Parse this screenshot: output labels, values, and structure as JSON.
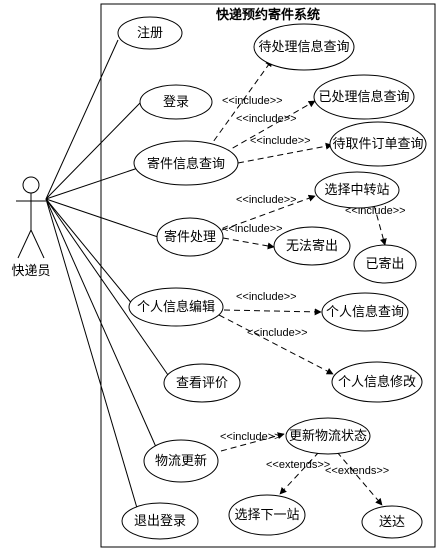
{
  "system": {
    "title": "快递预约寄件系统"
  },
  "actor": {
    "name": "快递员"
  },
  "use_cases": {
    "register": "注册",
    "login": "登录",
    "mail_query": "寄件信息查询",
    "pending_query": "待处理信息查询",
    "processed_query": "已处理信息查询",
    "pickup_query": "待取件订单查询",
    "mail_process": "寄件处理",
    "select_transfer": "选择中转站",
    "cannot_mail": "无法寄出",
    "mailed": "已寄出",
    "profile_edit": "个人信息编辑",
    "profile_query": "个人信息查询",
    "profile_modify": "个人信息修改",
    "view_review": "查看评价",
    "logistics_update": "物流更新",
    "update_status": "更新物流状态",
    "select_next": "选择下一站",
    "delivered": "送达",
    "logout": "退出登录"
  },
  "relations": {
    "include": "<<include>>",
    "extends": "<<extends>>"
  }
}
